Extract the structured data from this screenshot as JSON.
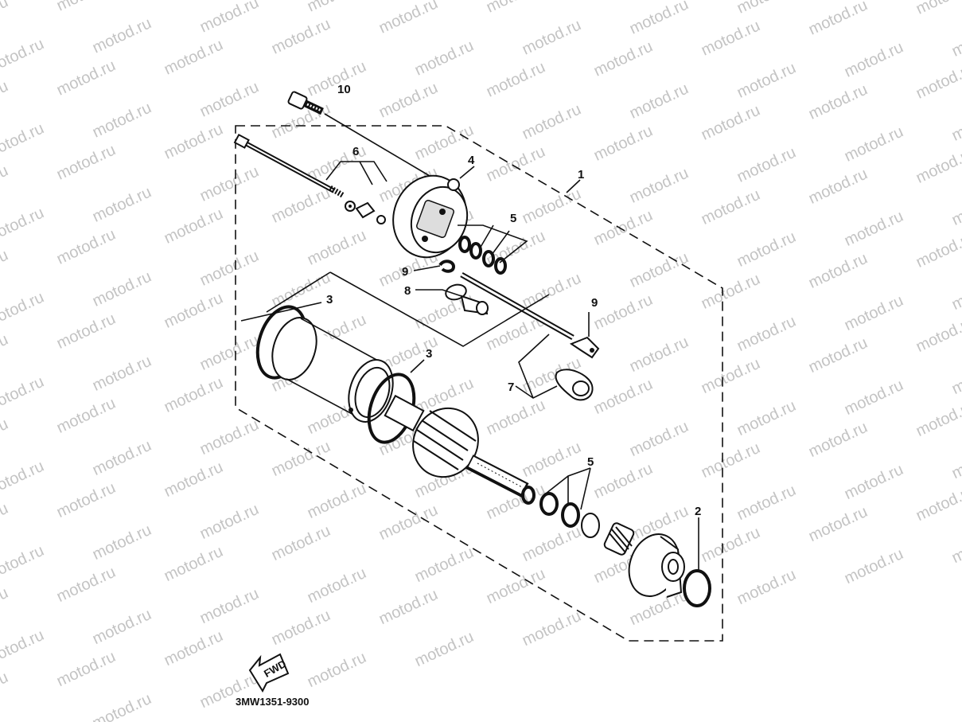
{
  "watermark": "motod.ru",
  "diagram_code": "3MW1351-9300",
  "fwd_label": "FWD",
  "callouts": [
    {
      "id": "c10",
      "text": "10"
    },
    {
      "id": "c6",
      "text": "6"
    },
    {
      "id": "c4",
      "text": "4"
    },
    {
      "id": "c1",
      "text": "1"
    },
    {
      "id": "c5a",
      "text": "5"
    },
    {
      "id": "c9a",
      "text": "9"
    },
    {
      "id": "c8",
      "text": "8"
    },
    {
      "id": "c3a",
      "text": "3"
    },
    {
      "id": "c9b",
      "text": "9"
    },
    {
      "id": "c3b",
      "text": "3"
    },
    {
      "id": "c7",
      "text": "7"
    },
    {
      "id": "c5b",
      "text": "5"
    },
    {
      "id": "c2",
      "text": "2"
    }
  ]
}
